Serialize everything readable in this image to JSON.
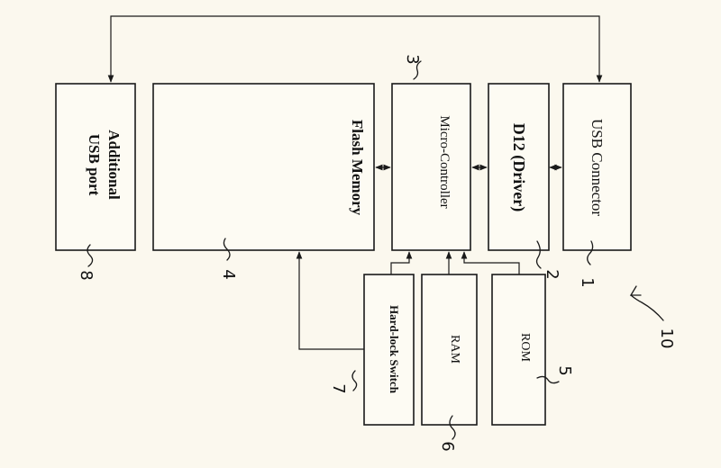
{
  "diagram": {
    "blocks": {
      "usb_connector": "USB Connector",
      "d12_driver": "D12 (Driver)",
      "micro_controller": "Micro-Controller",
      "flash_memory": "Flash Memory",
      "additional_usb_port_line1": "Additional",
      "additional_usb_port_line2": "USB port",
      "hard_lock_switch": "Hard-lock Switch",
      "ram": "RAM",
      "rom": "ROM"
    },
    "reference_numbers": {
      "usb_connector": "1",
      "d12_driver": "2",
      "micro_controller": "3",
      "flash_memory": "4",
      "rom": "5",
      "ram": "6",
      "hard_lock_switch": "7",
      "additional_usb_port": "8",
      "device": "10"
    }
  },
  "colors": {
    "background": "#fbf8ee",
    "ink": "#1a1a1a"
  }
}
